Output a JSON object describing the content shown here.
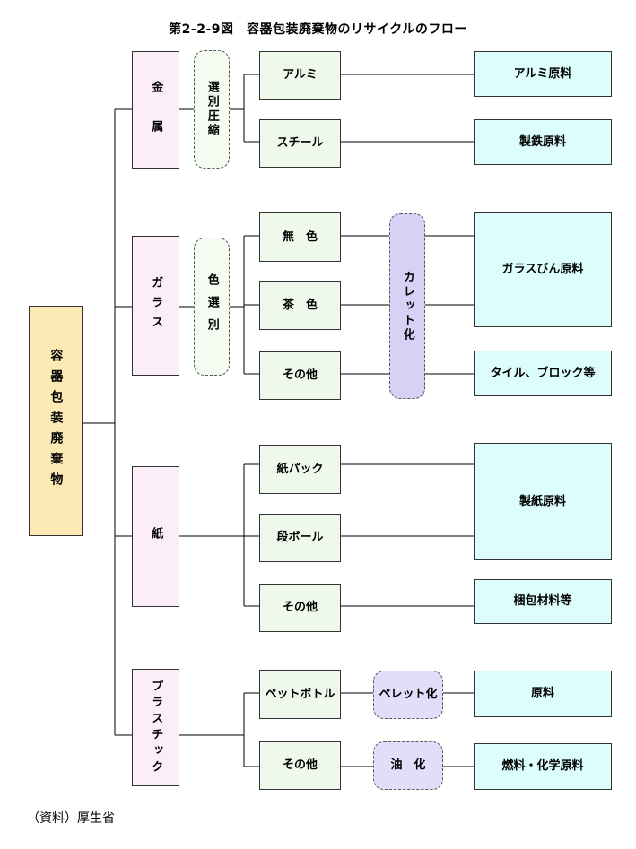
{
  "title": "第2-2-9図　容器包装廃棄物のリサイクルのフロー",
  "source": "（資料）厚生省",
  "main": "容器包装廃棄物",
  "categories": {
    "metal": "金　属",
    "glass": "ガラス",
    "paper": "紙",
    "plastic": "プラスチック"
  },
  "processes": {
    "sort_compress": "選別圧縮",
    "color_sort": "色選別",
    "cullet": "カレット化",
    "pellet": "ペレット化",
    "oil": "油　化"
  },
  "items": {
    "aluminum": "アルミ",
    "steel": "スチール",
    "colorless": "無　色",
    "brown": "茶　色",
    "glass_other": "その他",
    "paper_pack": "紙パック",
    "cardboard": "段ボール",
    "paper_other": "その他",
    "pet_bottle": "ペットボトル",
    "plastic_other": "その他"
  },
  "outputs": {
    "aluminum_raw": "アルミ原料",
    "steel_raw": "製鉄原料",
    "glass_bottle_raw": "ガラスびん原料",
    "tile_block": "タイル、ブロック等",
    "papermaking_raw": "製紙原料",
    "packing_material": "梱包材料等",
    "raw_material": "原料",
    "fuel_chemical": "燃料・化学原料"
  }
}
